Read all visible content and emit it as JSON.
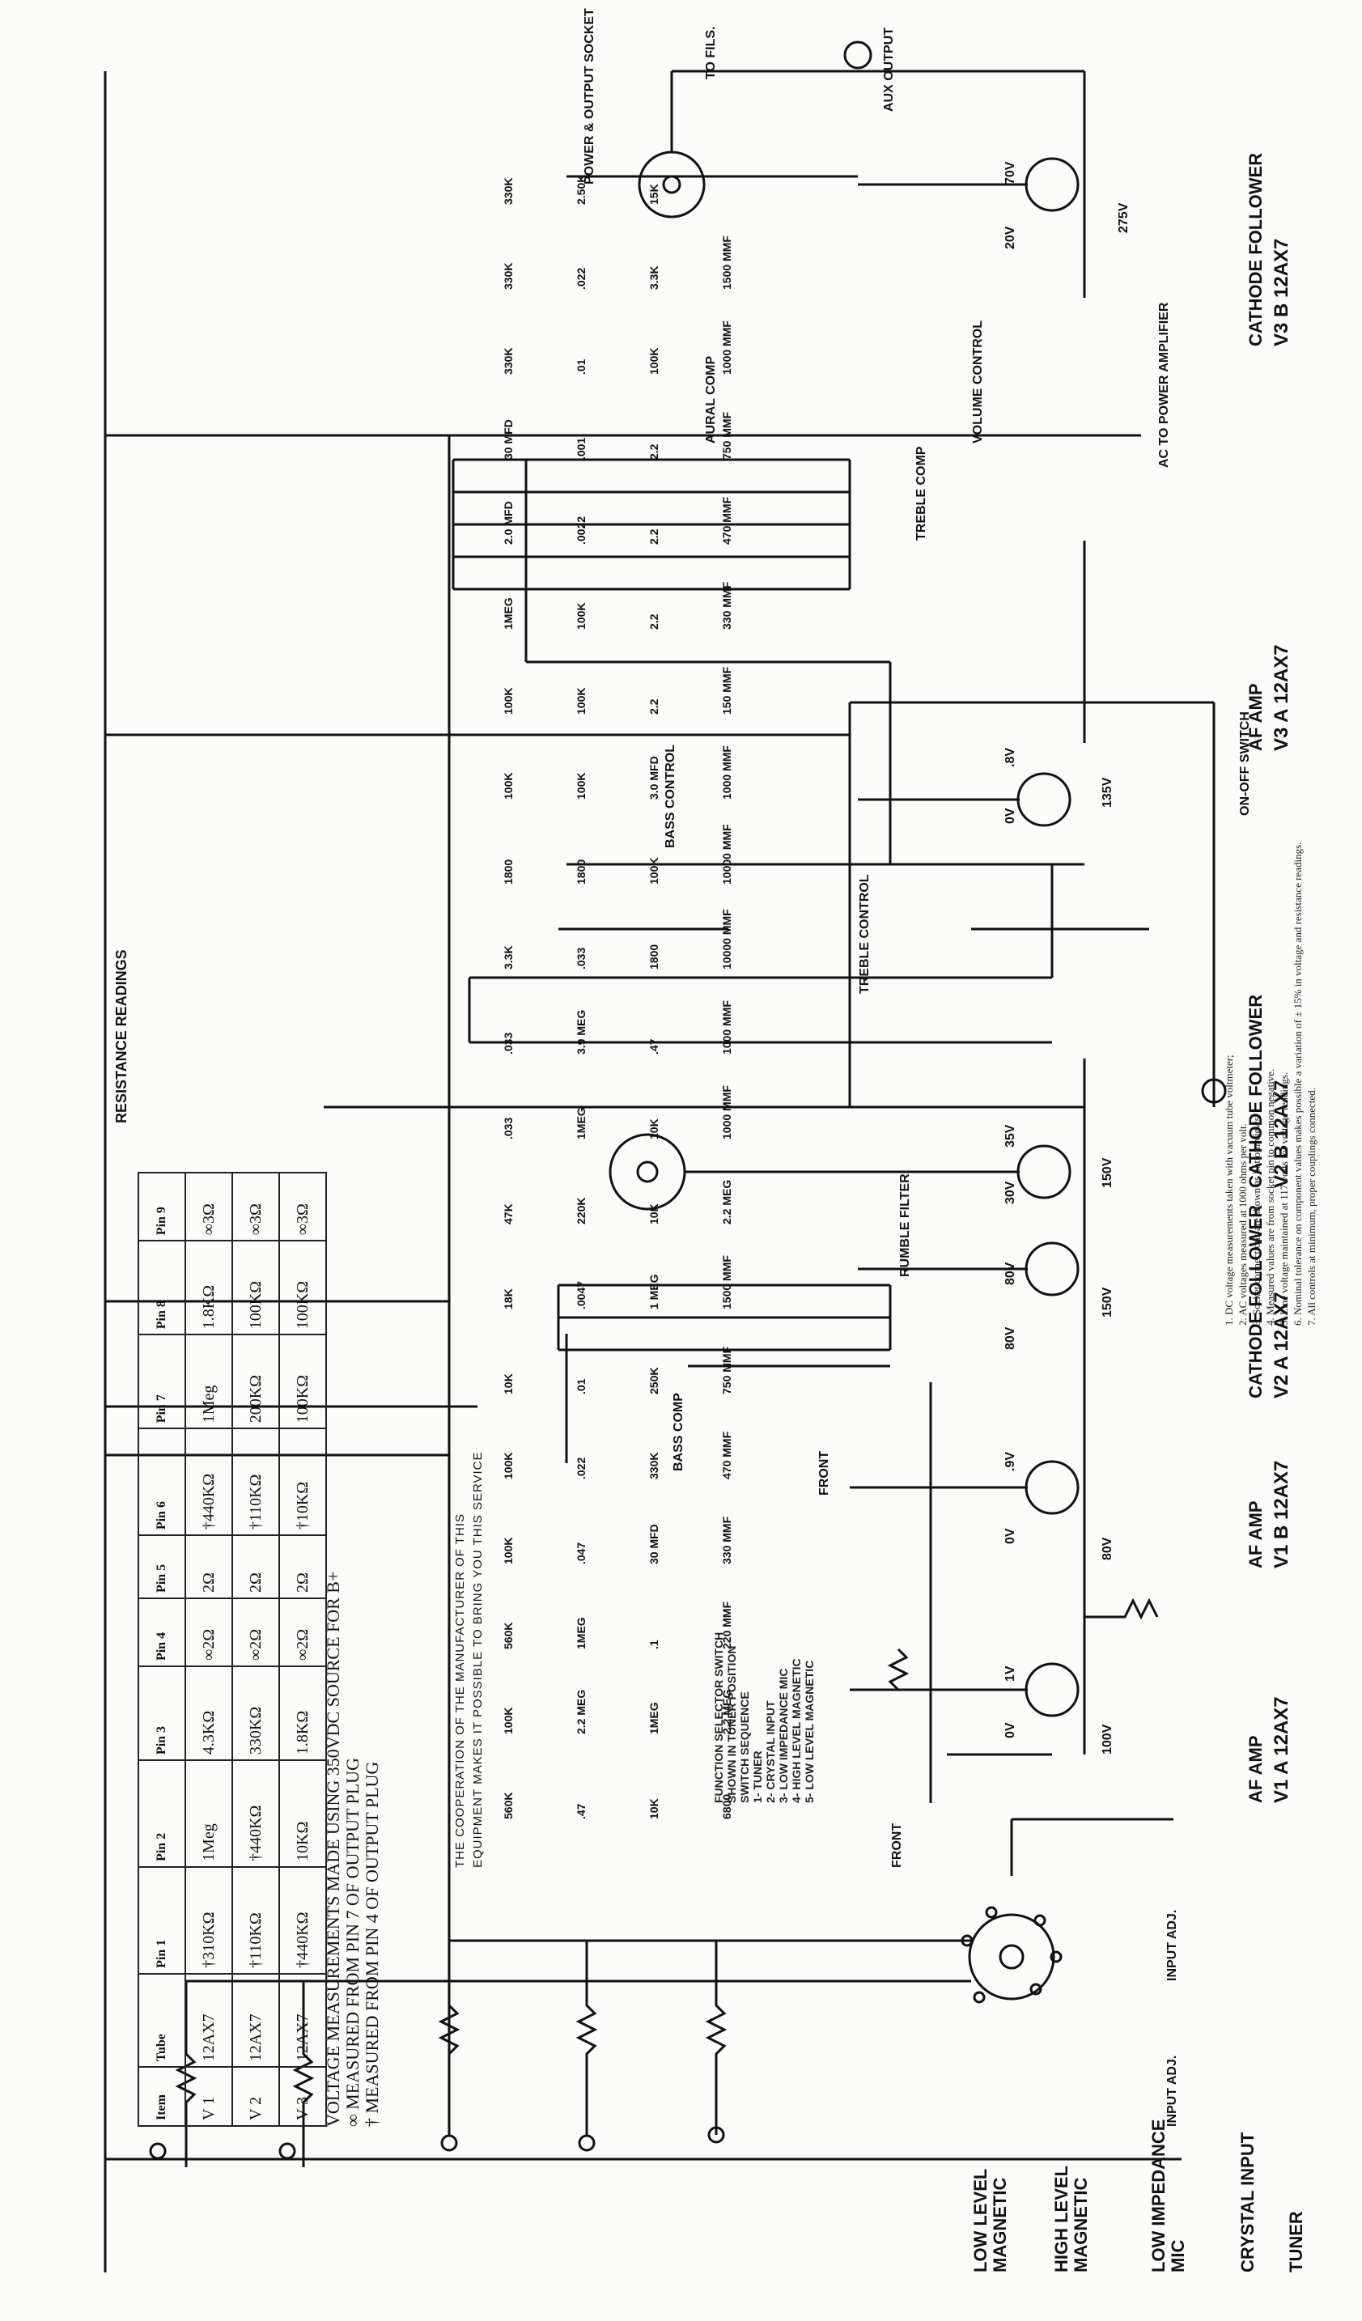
{
  "tubes": {
    "v1a": {
      "function": "AF AMP",
      "designation": "V1 A 12AX7"
    },
    "v1b": {
      "function": "AF AMP",
      "designation": "V1 B 12AX7"
    },
    "v2a": {
      "function": "CATHODE FOLLOWER",
      "designation": "V2 A 12AX7"
    },
    "v2b": {
      "function": "CATHODE FOLLOWER",
      "designation": "V2 B 12AX7"
    },
    "v3a": {
      "function": "AF AMP",
      "designation": "V3 A 12AX7"
    },
    "v3b": {
      "function": "CATHODE FOLLOWER",
      "designation": "V3 B 12AX7"
    }
  },
  "inputs": [
    "TUNER",
    "CRYSTAL INPUT",
    "LOW IMPEDANCE MIC",
    "HIGH LEVEL MAGNETIC",
    "LOW LEVEL MAGNETIC"
  ],
  "controls": {
    "input_adj_1": "INPUT ADJ.",
    "input_adj_2": "INPUT ADJ.",
    "bass_comp": "BASS COMP",
    "front_1": "FRONT",
    "front_2": "FRONT",
    "bass_control": "BASS CONTROL",
    "treble_control": "TREBLE CONTROL",
    "volume_control": "VOLUME CONTROL",
    "treble_comp": "TREBLE COMP",
    "aural_comp": "AURAL COMP",
    "rumble_filter": "RUMBLE FILTER",
    "power_socket": "POWER & OUTPUT SOCKET",
    "aux_output": "AUX OUTPUT",
    "ac_to_power": "AC TO POWER AMPLIFIER",
    "on_off": "ON-OFF SWITCH",
    "fils": "TO FILS."
  },
  "voltages": [
    "100V",
    "0V",
    "1V",
    "80V",
    "0V",
    ".9V",
    "150V",
    "80V",
    "80V",
    "150V",
    "30V",
    "35V",
    "135V",
    "0V",
    ".8V",
    "275V",
    "70V",
    "20V"
  ],
  "values": [
    "560K",
    "100K",
    "560K",
    "100K",
    "100K",
    "10K",
    "18K",
    "47K",
    ".033",
    ".033",
    "3.3K",
    "1800",
    "100K",
    "100K",
    "1MEG",
    "2.0 MFD",
    "30 MFD",
    "330K",
    "330K",
    "330K",
    ".47",
    "2.2 MEG",
    "1MEG",
    ".047",
    ".022",
    ".01",
    ".0047",
    "220K",
    "1MEG",
    "3.9 MEG",
    ".033",
    "1800",
    "100K",
    "100K",
    "100K",
    ".0022",
    ".001",
    ".01",
    ".022",
    "2.50K",
    "10K",
    "1MEG",
    ".1",
    "30 MFD",
    "330K",
    "250K",
    "1 MEG",
    "10K",
    "10K",
    ".47",
    "1800",
    "100K",
    "3.0 MFD",
    "2.2",
    "2.2",
    "2.2",
    "2.2",
    "100K",
    "3.3K",
    "15K",
    "6800",
    "2.2 MEG",
    "220 MMF",
    "330 MMF",
    "470 MMF",
    "750 MMF",
    "1500 MMF",
    "2.2 MEG",
    "1000 MMF",
    "1000 MMF",
    "10000 MMF",
    "10000 MMF",
    "1000 MMF",
    "150 MMF",
    "330 MMF",
    "470 MMF",
    "750 MMF",
    "1000 MMF",
    "1500 MMF"
  ],
  "function_switch": {
    "title": "FUNCTION SELECTOR SWITCH SHOWN IN TUNER POSITION",
    "sequence_title": "SWITCH SEQUENCE",
    "items": [
      "1- TUNER",
      "2- CRYSTAL INPUT",
      "3- LOW IMPEDANCE MIC",
      "4- HIGH LEVEL MAGNETIC",
      "5- LOW LEVEL MAGNETIC"
    ]
  },
  "credit": [
    "THE COOPERATION OF THE MANUFACTURER OF THIS",
    "EQUIPMENT MAKES IT POSSIBLE TO BRING YOU THIS SERVICE"
  ],
  "notes": [
    "1. DC voltage measurements taken with vacuum tube voltmeter;",
    "2. AC voltages measured at 1000 ohms per volt.",
    "3. Socket connections are shown as bottom views.",
    "4. Measured values are from socket pin to common negative.",
    "5. Line voltage maintained at 117 volts for voltage readings.",
    "6. Nominal tolerance on component values makes possible a variation of ± 15% in voltage and resistance readings.",
    "7. All controls at minimum, proper couplings connected."
  ],
  "resistance": {
    "title": "RESISTANCE READINGS",
    "headers": [
      "Item",
      "Tube",
      "Pin 1",
      "Pin 2",
      "Pin 3",
      "Pin 4",
      "Pin 5",
      "Pin 6",
      "Pin 7",
      "Pin 8",
      "Pin 9"
    ],
    "rows": [
      [
        "V 1",
        "12AX7",
        "†310KΩ",
        "1Meg",
        "4.3KΩ",
        "∞2Ω",
        "2Ω",
        "†440KΩ",
        "1Meg",
        "1.8KΩ",
        "∞3Ω"
      ],
      [
        "V 2",
        "12AX7",
        "†110KΩ",
        "†440KΩ",
        "330KΩ",
        "∞2Ω",
        "2Ω",
        "†110KΩ",
        "200KΩ",
        "100KΩ",
        "∞3Ω"
      ],
      [
        "V 3",
        "12AX7",
        "†440KΩ",
        "10KΩ",
        "1.8KΩ",
        "∞2Ω",
        "2Ω",
        "†10KΩ",
        "100KΩ",
        "100KΩ",
        "∞3Ω"
      ]
    ],
    "footnotes": [
      "VOLTAGE MEASUREMENTS MADE USING 350VDC SOURCE FOR B+",
      "∞ MEASURED FROM PIN 7 OF OUTPUT PLUG",
      "† MEASURED FROM PIN 4 OF OUTPUT PLUG"
    ]
  },
  "colors": {
    "ink": "#111111",
    "paper": "#fbfbf9"
  }
}
